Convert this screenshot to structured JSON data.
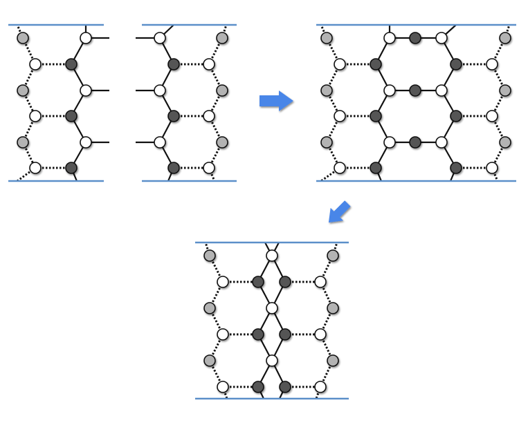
{
  "colors": {
    "boundary": "#5b8fc9",
    "arrow": "#4a86e8",
    "node_white": "#ffffff",
    "node_gray": "#b3b3b3",
    "node_dark": "#555555",
    "bond": "#111111"
  },
  "panels": [
    {
      "name": "panel-left-pair",
      "state": "separated"
    },
    {
      "name": "panel-merged",
      "state": "merged"
    },
    {
      "name": "panel-bottom",
      "state": "crossed"
    }
  ],
  "arrows": [
    {
      "name": "arrow-right",
      "direction": "right"
    },
    {
      "name": "arrow-down-left",
      "direction": "down-left"
    }
  ]
}
